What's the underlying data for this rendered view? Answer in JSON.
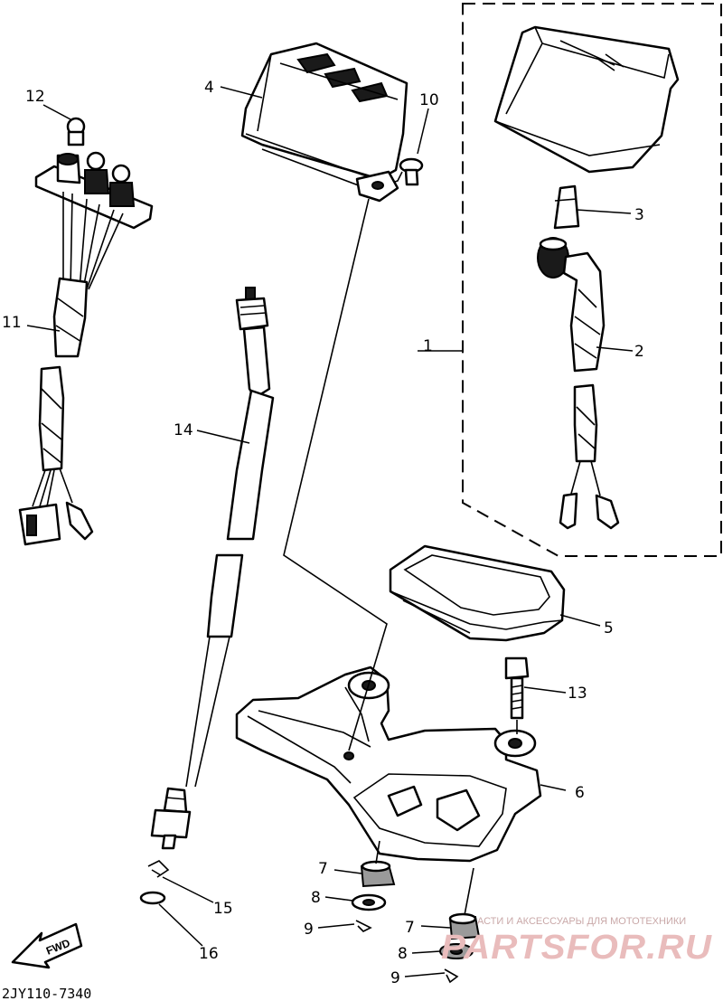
{
  "diagram": {
    "part_numbers": {
      "p1": "1",
      "p2": "2",
      "p3": "3",
      "p4": "4",
      "p5": "5",
      "p6": "6",
      "p7a": "7",
      "p7b": "7",
      "p8a": "8",
      "p8b": "8",
      "p9a": "9",
      "p9b": "9",
      "p10": "10",
      "p11": "11",
      "p12": "12",
      "p13": "13",
      "p14": "14",
      "p15": "15",
      "p16": "16"
    },
    "fwd_label": "FWD",
    "drawing_code": "2JY110-7340"
  },
  "watermark": {
    "tagline": "АСТИ И АКСЕССУАРЫ ДЛЯ МОТОТЕХНИКИ",
    "logo": "PARTSFOR.RU"
  }
}
